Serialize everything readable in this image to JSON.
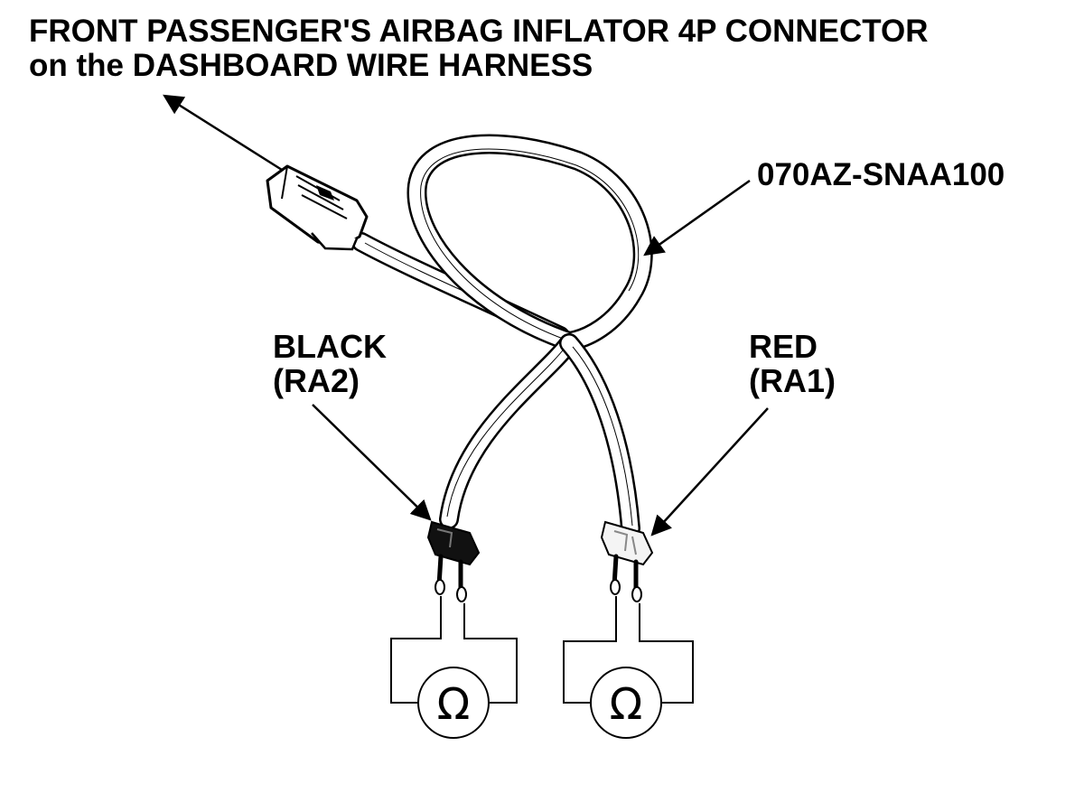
{
  "title": {
    "line1": "FRONT PASSENGER'S AIRBAG INFLATOR 4P CONNECTOR",
    "line2": "on the DASHBOARD WIRE HARNESS"
  },
  "part_number": "070AZ-SNAA100",
  "black_connector": {
    "color_label": "BLACK",
    "terminal_label": "(RA2)"
  },
  "red_connector": {
    "color_label": "RED",
    "terminal_label": "(RA1)"
  },
  "ohmmeter_symbol": "Ω",
  "icons": [
    "harness-connector-icon",
    "ohmmeter-icon",
    "arrow-icon"
  ],
  "colors": {
    "line": "#000000",
    "background": "#ffffff",
    "black_connector_fill": "#111111",
    "red_connector_fill": "#f4f4f4"
  }
}
